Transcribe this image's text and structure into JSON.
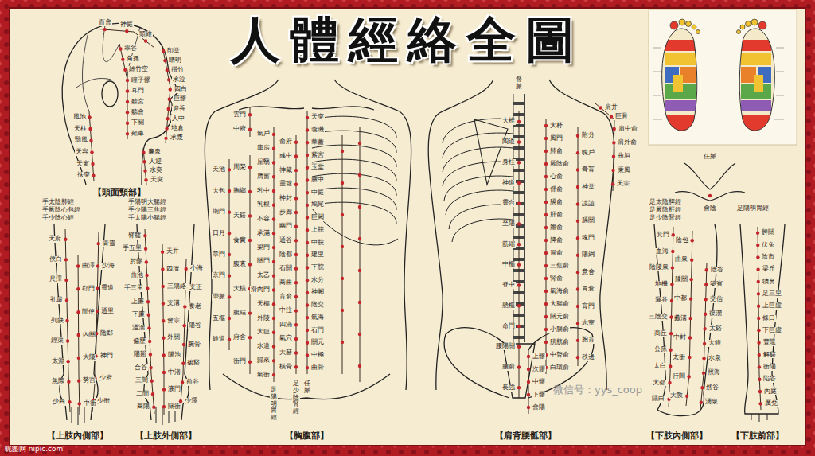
{
  "diagram": {
    "title": "人體經絡全圖",
    "labels": [
      "【頭面頸部】",
      "【上肢內側部】",
      "【上肢外側部】",
      "【胸腹部】",
      "【肩背腰骶部】",
      "【下肢內側部】",
      "【下肢前部】",
      "手太陰肺經",
      "手厥陰心包經",
      "手少陰心經",
      "手陽明大腸經",
      "手少陽三焦經",
      "手太陽小腸經",
      "足陽明胃經",
      "足少陰腎經",
      "任脈",
      "督脈",
      "足太陰脾經",
      "足厥陰肝經",
      "足少陰腎經",
      "足陽明胃經",
      "任脈",
      "會陰",
      "微信号：yys_coop",
      "昵图网 nipic.com",
      "百會",
      "神庭",
      "頭維",
      "印堂",
      "睛明",
      "攢竹",
      "承泣",
      "四白",
      "巨髎",
      "迎香",
      "人中",
      "地倉",
      "承漿",
      "率谷",
      "角孫",
      "絲竹空",
      "瞳子髎",
      "耳門",
      "聽宮",
      "聽會",
      "下關",
      "頰車",
      "風池",
      "天柱",
      "翳風",
      "天容",
      "天窗",
      "扶突",
      "廉泉",
      "人迎",
      "水突",
      "天突",
      "天府",
      "俠白",
      "尺澤",
      "孔最",
      "列缺",
      "經渠",
      "太淵",
      "魚際",
      "少商",
      "曲澤",
      "郄門",
      "間使",
      "內關",
      "大陵",
      "勞宮",
      "中衝",
      "青靈",
      "少海",
      "靈道",
      "通里",
      "陰郄",
      "神門",
      "少府",
      "少衝",
      "臂臑",
      "手五里",
      "肘髎",
      "曲池",
      "手三里",
      "上廉",
      "下廉",
      "溫溜",
      "偏歷",
      "陽谿",
      "合谷",
      "三間",
      "二間",
      "商陽",
      "天井",
      "四瀆",
      "三陽絡",
      "支溝",
      "會宗",
      "外關",
      "陽池",
      "中渚",
      "液門",
      "關衝",
      "小海",
      "支正",
      "養老",
      "陽谷",
      "腕骨",
      "後谿",
      "前谷",
      "少澤",
      "雲門",
      "中府",
      "天池",
      "大包",
      "期門",
      "日月",
      "章門",
      "京門",
      "帶脈",
      "五樞",
      "維道",
      "周榮",
      "胸鄉",
      "天谿",
      "食竇",
      "腹哀",
      "大橫",
      "腹結",
      "府舍",
      "衝門",
      "氣戶",
      "庫房",
      "屋翳",
      "膺窗",
      "乳中",
      "乳根",
      "不容",
      "承滿",
      "梁門",
      "關門",
      "太乙",
      "滑肉門",
      "天樞",
      "外陵",
      "大巨",
      "水道",
      "歸來",
      "氣衝",
      "俞府",
      "彧中",
      "神藏",
      "靈墟",
      "神封",
      "步廊",
      "幽門",
      "通谷",
      "陰都",
      "石關",
      "商曲",
      "肓俞",
      "中注",
      "四滿",
      "氣穴",
      "大赫",
      "橫骨",
      "天突",
      "璇璣",
      "華蓋",
      "紫宮",
      "玉堂",
      "膻中",
      "中庭",
      "鳩尾",
      "巨闕",
      "上脘",
      "中脘",
      "建里",
      "下脘",
      "水分",
      "神闕",
      "陰交",
      "氣海",
      "石門",
      "關元",
      "中極",
      "曲骨",
      "大椎",
      "陶道",
      "身柱",
      "神道",
      "靈台",
      "至陽",
      "筋縮",
      "中樞",
      "脊中",
      "懸樞",
      "命門",
      "腰陽關",
      "腰俞",
      "長強",
      "大杼",
      "風門",
      "肺俞",
      "厥陰俞",
      "心俞",
      "督俞",
      "膈俞",
      "肝俞",
      "膽俞",
      "脾俞",
      "胃俞",
      "三焦俞",
      "腎俞",
      "氣海俞",
      "大腸俞",
      "關元俞",
      "小腸俞",
      "膀胱俞",
      "中膂俞",
      "白環俞",
      "附分",
      "魄戶",
      "膏肓",
      "神堂",
      "譩譆",
      "膈關",
      "魂門",
      "陽綱",
      "意舍",
      "胃倉",
      "肓門",
      "志室",
      "胞肓",
      "秩邊",
      "上髎",
      "次髎",
      "中髎",
      "下髎",
      "會陽",
      "肩井",
      "巨骨",
      "肩中俞",
      "肩外俞",
      "曲垣",
      "秉風",
      "天宗",
      "箕門",
      "血海",
      "陰陵泉",
      "地機",
      "漏谷",
      "三陰交",
      "商丘",
      "公孫",
      "太白",
      "大都",
      "隱白",
      "陰包",
      "曲泉",
      "膝關",
      "中都",
      "蠡溝",
      "中封",
      "太衝",
      "行間",
      "大敦",
      "陰谷",
      "築賓",
      "交信",
      "復溜",
      "太谿",
      "大鐘",
      "水泉",
      "照海",
      "然谷",
      "湧泉",
      "髀關",
      "伏兔",
      "陰市",
      "梁丘",
      "犢鼻",
      "足三里",
      "上巨虛",
      "條口",
      "下巨虛",
      "豐隆",
      "解谿",
      "衝陽",
      "陷谷",
      "內庭",
      "厲兌"
    ]
  }
}
